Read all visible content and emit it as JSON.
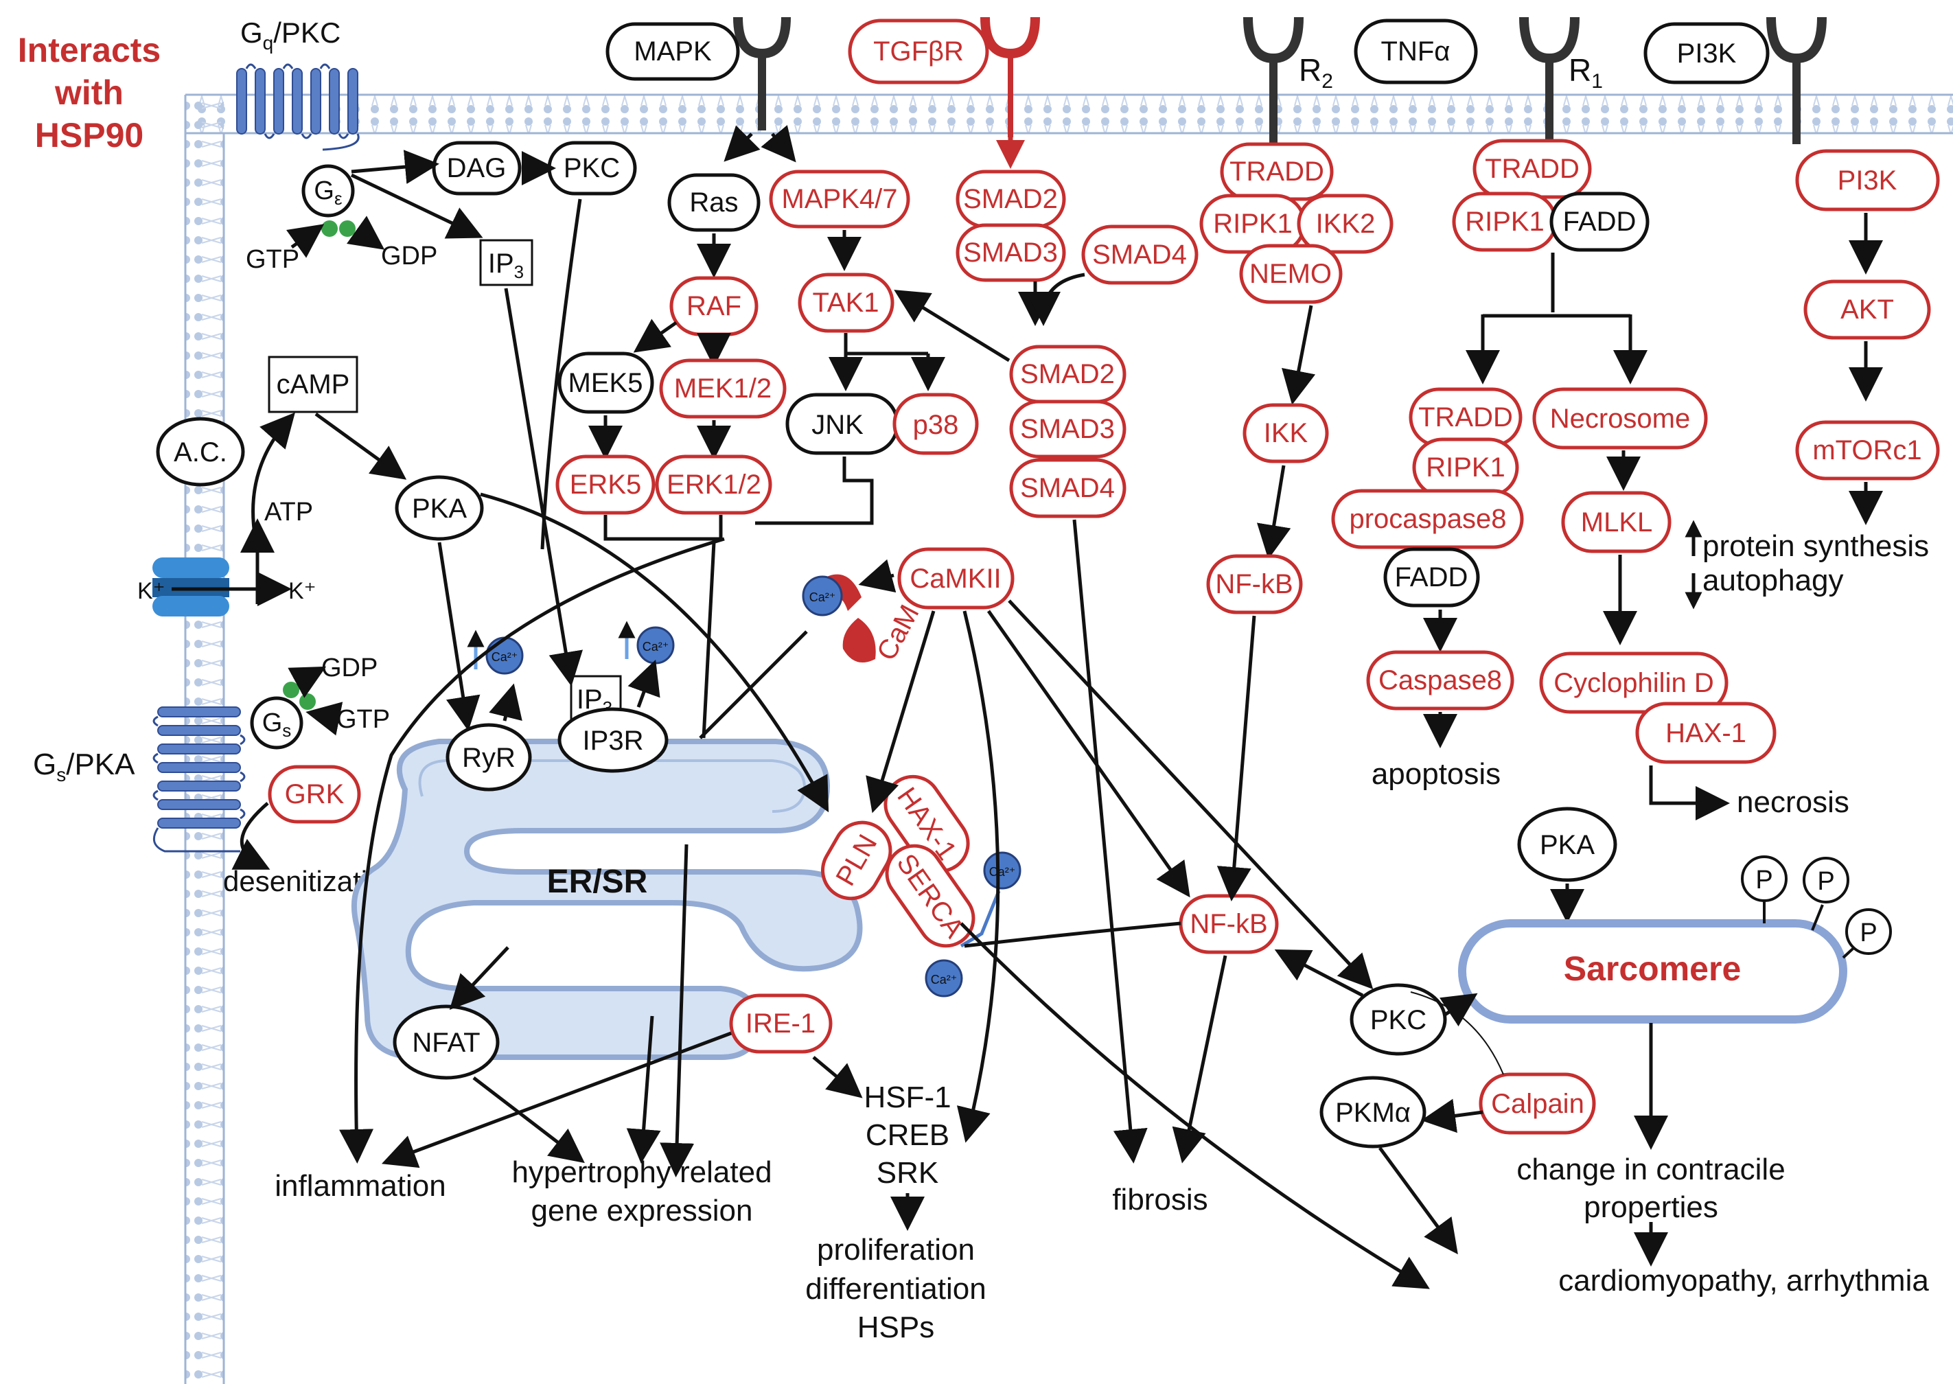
{
  "title": {
    "line1": "Interacts",
    "line2": "with",
    "line3": "HSP90",
    "color": "#c62f2f"
  },
  "membrane": {
    "gq_label": "G",
    "gq_sub": "q",
    "gq_suffix": "/PKC",
    "gs_label": "G",
    "gs_sub": "s",
    "gs_suffix": "/PKA",
    "ge_label": "G",
    "ge_sub": "ε",
    "gs_protein_label": "G",
    "gs_protein_sub": "s",
    "gtp_top": "GTP",
    "gdp_top": "GDP",
    "gtp_bottom": "GTP",
    "gdp_bottom": "GDP",
    "k_left": "K⁺",
    "k_right": "K⁺",
    "atp": "ATP",
    "receptor2_label": "R",
    "receptor2_sub": "2",
    "receptor1_label": "R",
    "receptor1_sub": "1"
  },
  "nodes": {
    "mapk": "MAPK",
    "tgfbr": "TGFβR",
    "tnfa": "TNFα",
    "pi3k_top": "PI3K",
    "dag": "DAG",
    "pkc_top": "PKC",
    "ip3_top": "IP",
    "ip3_top_sub": "3",
    "camp": "cAMP",
    "ac": "A.C.",
    "pka_left": "PKA",
    "ras": "Ras",
    "mapk47": "MAPK4/7",
    "raf": "RAF",
    "tak1": "TAK1",
    "mek5": "MEK5",
    "mek12": "MEK1/2",
    "jnk": "JNK",
    "p38": "p38",
    "erk5": "ERK5",
    "erk12": "ERK1/2",
    "smad2_a": "SMAD2",
    "smad3_a": "SMAD3",
    "smad4_a": "SMAD4",
    "smad2_b": "SMAD2",
    "smad3_b": "SMAD3",
    "smad4_b": "SMAD4",
    "tradd_r2": "TRADD",
    "ripk1_r2": "RIPK1",
    "ikk2": "IKK2",
    "nemo": "NEMO",
    "ikk": "IKK",
    "nfkb_top": "NF-kB",
    "tradd_r1": "TRADD",
    "ripk1_r1": "RIPK1",
    "fadd_r1": "FADD",
    "tradd_c": "TRADD",
    "ripk1_c": "RIPK1",
    "procaspase8": "procaspase8",
    "fadd_c": "FADD",
    "caspase8": "Caspase8",
    "apoptosis": "apoptosis",
    "necrosome": "Necrosome",
    "mlkl": "MLKL",
    "cyclophilin": "Cyclophilin D",
    "hax1_right": "HAX-1",
    "necrosis": "necrosis",
    "pi3k": "PI3K",
    "akt": "AKT",
    "mtorc1": "mTORc1",
    "protein_synthesis": "protein synthesis",
    "autophagy": "autophagy",
    "camkii": "CaMKII",
    "cam": "CaM",
    "ca": "Ca²⁺",
    "ryr": "RyR",
    "ip3_er": "IP",
    "ip3_er_sub": "3",
    "ip3r": "IP3R",
    "grk": "GRK",
    "desensitization": "desenitization",
    "er_label": "ER/SR",
    "pln": "PLN",
    "hax1_er": "HAX-1",
    "serca": "SERCA",
    "ire1": "IRE-1",
    "nfat": "NFAT",
    "nfkb_mid": "NF-kB",
    "pkc_right": "PKC",
    "pka_right": "PKA",
    "sarcomere": "Sarcomere",
    "p": "P",
    "calpain": "Calpain",
    "pkma": "PKMα",
    "hsf1": "HSF-1",
    "creb": "CREB",
    "srk": "SRK",
    "proliferation": "proliferation",
    "differentiation": "differentiation",
    "hsps": "HSPs",
    "inflammation": "inflammation",
    "hypertrophy1": "hypertrophy related",
    "hypertrophy2": "gene expression",
    "fibrosis": "fibrosis",
    "contractile1": "change in contracile",
    "contractile2": "properties",
    "cardiomyopathy": "cardiomyopathy, arrhythmia"
  },
  "colors": {
    "red": "#c62f2f",
    "black": "#111111",
    "membrane": "#9fb4d4",
    "membrane_fill": "#dbe6f4",
    "receptor_blue": "#5b7fc7",
    "channel_blue": "#3b8ed6",
    "calcium_blue": "#4a79c7",
    "gtp_green": "#3aa34a"
  }
}
